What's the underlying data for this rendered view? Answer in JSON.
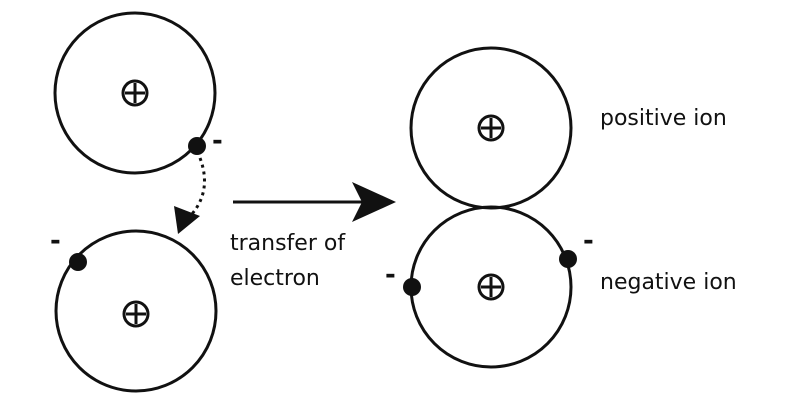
{
  "labels": {
    "transfer_line1": "transfer of",
    "transfer_line2": "electron",
    "positive_ion": "positive ion",
    "negative_ion": "negative ion"
  },
  "symbols": {
    "electron_sign": "-"
  }
}
